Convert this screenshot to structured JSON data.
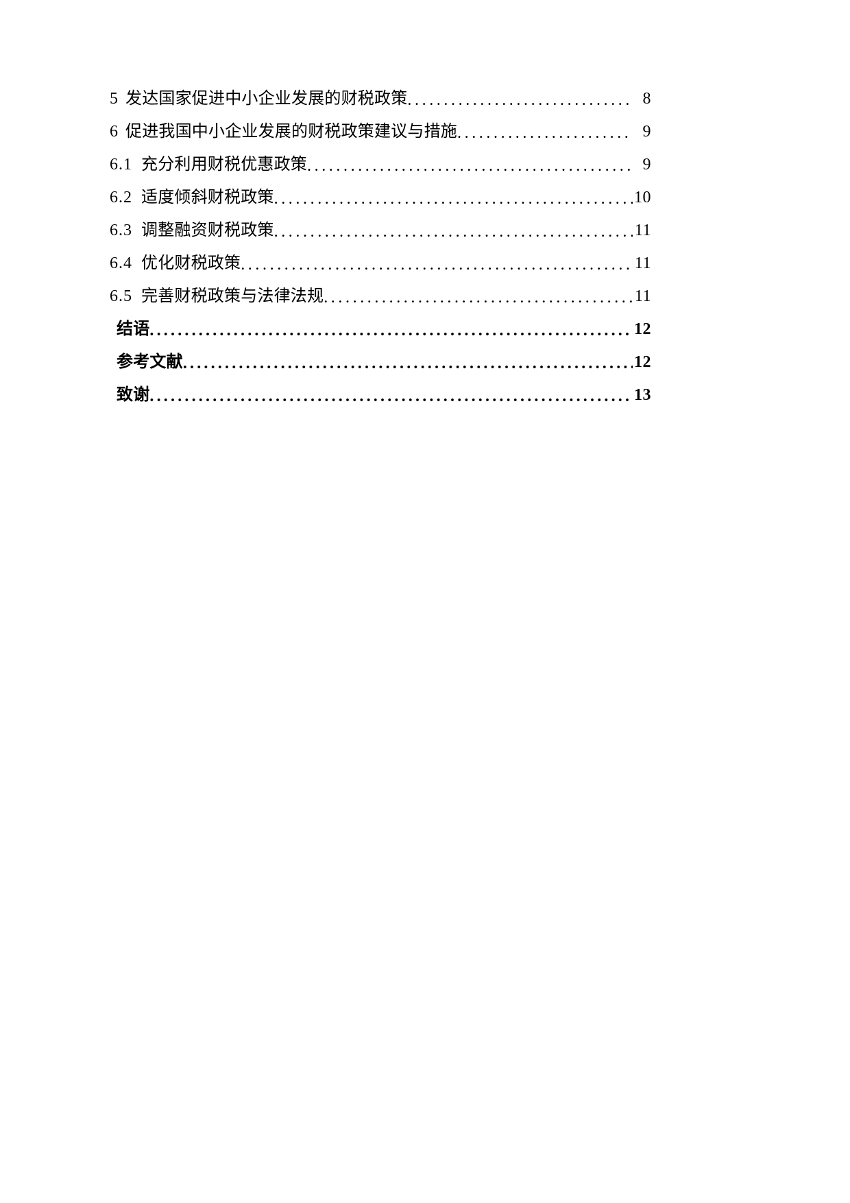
{
  "document": {
    "type": "table-of-contents",
    "language": "zh-CN",
    "page_background": "#ffffff",
    "text_color": "#000000"
  },
  "toc": {
    "entries": [
      {
        "number": "5",
        "title": "发达国家促进中小企业发展的财税政策",
        "page": "8",
        "level": 1,
        "bold": false
      },
      {
        "number": "6",
        "title": "促进我国中小企业发展的财税政策建议与措施",
        "page": "9",
        "level": 1,
        "bold": false
      },
      {
        "number": "6.1",
        "title": "充分利用财税优惠政策",
        "page": "9",
        "level": 2,
        "bold": false
      },
      {
        "number": "6.2",
        "title": "适度倾斜财税政策",
        "page": "10",
        "level": 2,
        "bold": false
      },
      {
        "number": "6.3",
        "title": "调整融资财税政策",
        "page": "11",
        "level": 2,
        "bold": false
      },
      {
        "number": "6.4",
        "title": "优化财税政策",
        "page": "11",
        "level": 2,
        "bold": false
      },
      {
        "number": "6.5",
        "title": "完善财税政策与法律法规",
        "page": "11",
        "level": 2,
        "bold": false
      },
      {
        "number": "",
        "title": "结语",
        "page": "12",
        "level": 1,
        "bold": true
      },
      {
        "number": "",
        "title": "参考文献",
        "page": "12",
        "level": 1,
        "bold": true
      },
      {
        "number": "",
        "title": "致谢",
        "page": "13",
        "level": 1,
        "bold": true
      }
    ]
  }
}
